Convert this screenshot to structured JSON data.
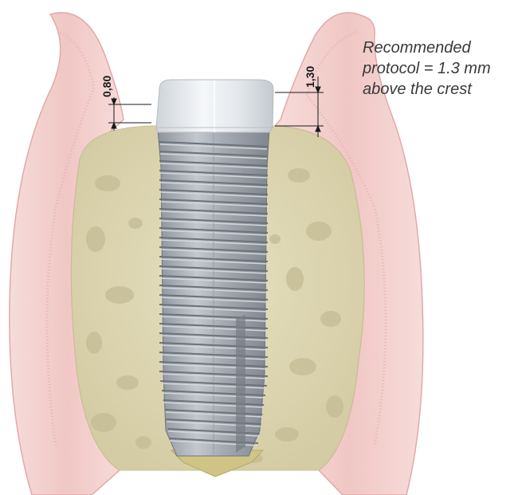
{
  "annotation": {
    "line1": "Recommended",
    "line2": "protocol = 1.3 mm",
    "line3": "above the crest"
  },
  "dimensions": {
    "left": "0,80",
    "right": "1,30"
  },
  "colors": {
    "gum": "#f3cfcc",
    "gum_edge": "#e1a9a6",
    "bone": "#ddd6b0",
    "bone_pore": "#c9c19b",
    "implant": "#a9afb7",
    "collar": "#e9ecef",
    "osteotomy_fill": "#d8cf9c"
  },
  "icons": [
    "dental-implant-icon",
    "gum-tissue-icon",
    "bone-icon",
    "dimension-arrow-icon"
  ]
}
